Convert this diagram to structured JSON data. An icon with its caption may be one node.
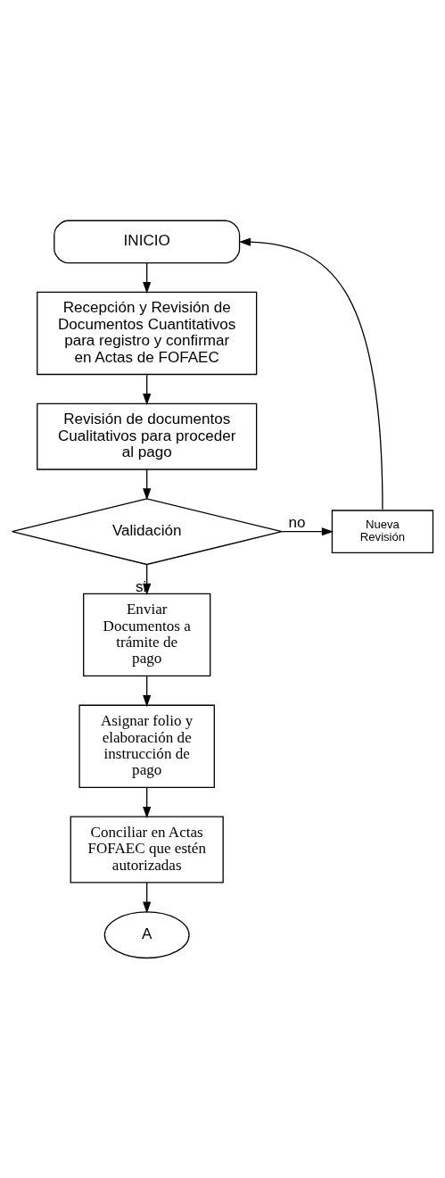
{
  "diagram": {
    "nodes": [
      {
        "text": [
          "INICIO"
        ]
      },
      {
        "text": [
          "Recepción y Revisión de Documentos Cuantitativos para registro y confirmar en Actas de FOFAEC"
        ]
      },
      {
        "text": [
          "Revisión de documentos Cualitativos para proceder al pago"
        ]
      },
      {
        "text": [
          "Validación"
        ]
      },
      {
        "text": [
          "Nueva Revisión"
        ]
      },
      {
        "text": [
          "Enviar Documentos a trámite de pago"
        ]
      },
      {
        "text": [
          "Asignar folio y elaboración de instrucción de pago"
        ]
      },
      {
        "text": [
          "Conciliar en Actas FOFAEC que estén autorizadas"
        ]
      },
      {
        "text": [
          "A"
        ]
      }
    ],
    "edges": [
      {
        "from": 0,
        "to": 1,
        "arrow": "to"
      },
      {
        "from": 1,
        "to": 2,
        "arrow": "to"
      },
      {
        "from": 2,
        "to": 3,
        "arrow": "to"
      },
      {
        "from": 3,
        "to": 4,
        "arrow": "to",
        "label": "no"
      },
      {
        "from": 3,
        "to": 5,
        "arrow": "to",
        "label": "si"
      },
      {
        "from": 4,
        "to": 0,
        "arrow": "to"
      },
      {
        "from": 5,
        "to": 6,
        "arrow": "to"
      },
      {
        "from": 6,
        "to": 7,
        "arrow": "to"
      },
      {
        "from": 7,
        "to": 8,
        "arrow": "to"
      }
    ]
  }
}
